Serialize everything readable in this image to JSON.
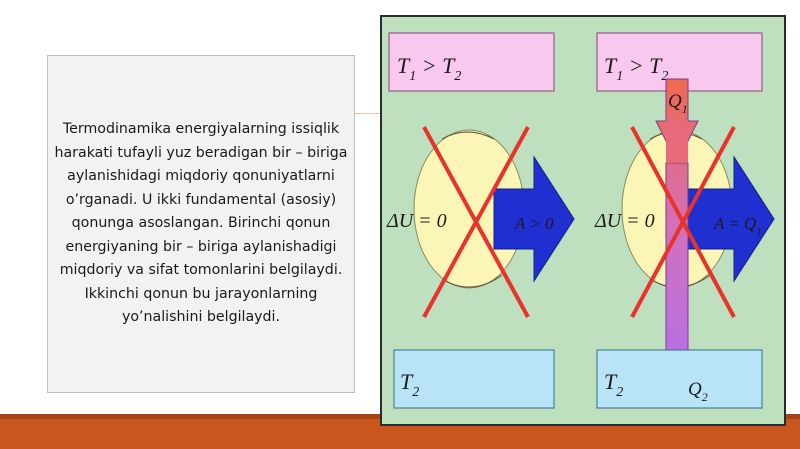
{
  "text_box": {
    "paragraph": "Termodinamika energiyalarning issiqlik harakati tufayli yuz beradigan bir – biriga aylanishidagi miqdoriy qonuniyatlarni o’rganadi. U ikki fundamental (asosiy) qonunga asoslangan. Birinchi qonun energiyaning bir – biriga aylanishadigi miqdoriy va sifat tomonlarini belgilaydi. Ikkinchi qonun bu jarayonlarning yo’nalishini belgilaydi."
  },
  "figure": {
    "left": {
      "top_label": {
        "a": "T",
        "a_sub": "1",
        "rel": " > ",
        "b": "T",
        "b_sub": "2"
      },
      "delta_u": "ΔU = 0",
      "work": "A > 0",
      "bottom_label": {
        "a": "T",
        "a_sub": "2"
      }
    },
    "right": {
      "top_label": {
        "a": "T",
        "a_sub": "1",
        "rel": " > ",
        "b": "T",
        "b_sub": "2"
      },
      "q1": {
        "a": "Q",
        "a_sub": "1"
      },
      "delta_u": "ΔU = 0",
      "work": "A = Q",
      "work_sub": "1",
      "bottom_label": {
        "a": "T",
        "a_sub": "2"
      },
      "q2": {
        "a": "Q",
        "a_sub": "2"
      }
    },
    "colors": {
      "hot_reservoir": "#f8c8ee",
      "cold_reservoir": "#b8e4f8",
      "cycle": "#fbf6b6",
      "work_arrow": "#1f2fd0",
      "heat_arrow_top": "#f06a50",
      "heat_arrow_bottom": "#b070f0",
      "cross": "#e8322a",
      "background": "#bfe0bf"
    }
  }
}
